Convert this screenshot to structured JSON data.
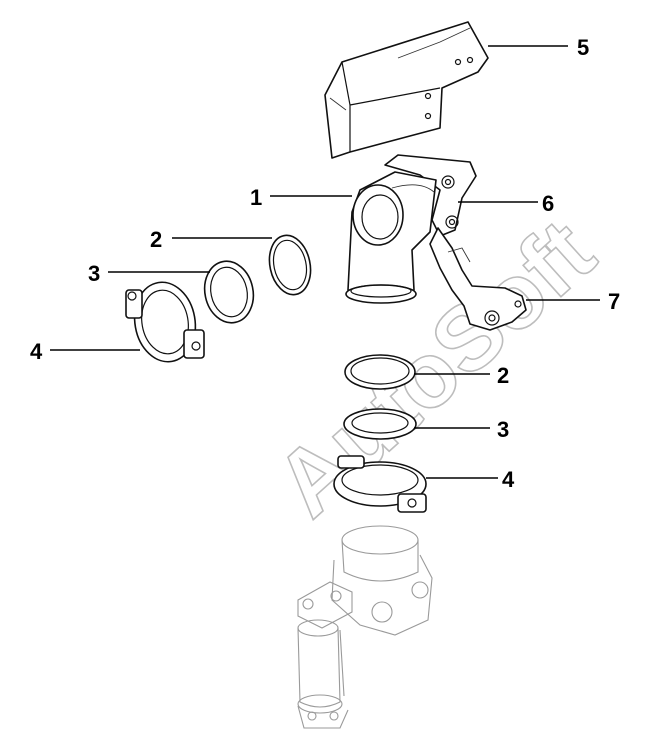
{
  "watermark": "AutoSoft",
  "callouts": {
    "c5": "5",
    "c1": "1",
    "c6": "6",
    "c2_left": "2",
    "c3_left": "3",
    "c4_left": "4",
    "c7": "7",
    "c2_right": "2",
    "c3_right": "3",
    "c4_right": "4"
  },
  "parts": [
    {
      "callout": "1",
      "name": "elbow-pipe"
    },
    {
      "callout": "2",
      "name": "sealing-ring"
    },
    {
      "callout": "3",
      "name": "gasket-ring"
    },
    {
      "callout": "4",
      "name": "v-band-clamp"
    },
    {
      "callout": "5",
      "name": "heat-shield"
    },
    {
      "callout": "6",
      "name": "upper-bracket"
    },
    {
      "callout": "7",
      "name": "support-bracket"
    }
  ]
}
